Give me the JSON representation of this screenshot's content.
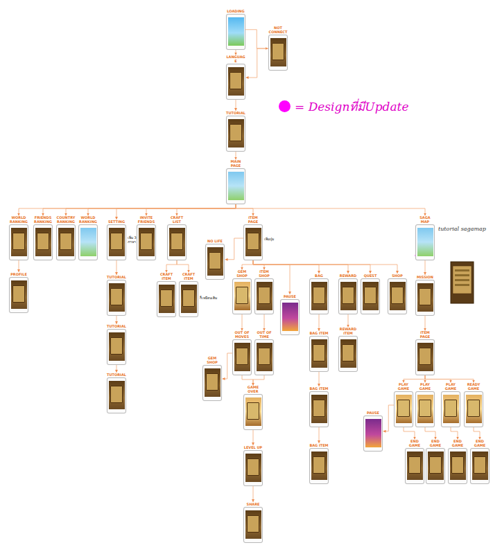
{
  "diagram": {
    "nodes": [
      {
        "text": [
          "LOADING"
        ]
      },
      {
        "text": [
          "NOT CONNECT"
        ]
      },
      {
        "text": [
          "LANGUAGE"
        ]
      },
      {
        "text": [
          "TUTORIAL"
        ]
      },
      {
        "text": [
          "MAIN PAGE"
        ]
      },
      {
        "text": [
          "WORLD RANKING"
        ]
      },
      {
        "text": [
          "FRIENDS RANKING"
        ]
      },
      {
        "text": [
          "COUNTRY RANKING"
        ]
      },
      {
        "text": [
          "WORLD RANKING"
        ]
      },
      {
        "text": [
          "SETTING"
        ]
      },
      {
        "text": [
          "INVITE FRIENDS"
        ]
      },
      {
        "text": [
          "CRAFT LIST"
        ]
      },
      {
        "text": [
          "ITEM PAGE"
        ]
      },
      {
        "text": [
          "SAGA MAP"
        ]
      },
      {
        "text": [
          "NO LIFE"
        ]
      },
      {
        "text": [
          "PROFILE"
        ]
      },
      {
        "text": [
          "TUTORIAL"
        ]
      },
      {
        "text": [
          "TUTORIAL"
        ]
      },
      {
        "text": [
          "TUTORIAL"
        ]
      },
      {
        "text": [
          "CRAFT ITEM"
        ]
      },
      {
        "text": [
          "CRAFT ITEM"
        ]
      },
      {
        "text": [
          "GEM SHOP"
        ]
      },
      {
        "text": [
          "ITEM SHOP"
        ]
      },
      {
        "text": [
          "PAUSE"
        ]
      },
      {
        "text": [
          "BAG"
        ]
      },
      {
        "text": [
          "REWARD"
        ]
      },
      {
        "text": [
          "QUEST"
        ]
      },
      {
        "text": [
          "SHOP"
        ]
      },
      {
        "text": [
          "OUT OF MOVES"
        ]
      },
      {
        "text": [
          "OUT OF TIME"
        ]
      },
      {
        "text": [
          "GEM SHOP"
        ]
      },
      {
        "text": [
          "GAME OVER"
        ]
      },
      {
        "text": [
          "LEVEL UP"
        ]
      },
      {
        "text": [
          "SHARE"
        ]
      },
      {
        "text": [
          "BAG ITEM"
        ]
      },
      {
        "text": [
          "BAG ITEM"
        ]
      },
      {
        "text": [
          "BAG ITEM"
        ]
      },
      {
        "text": [
          "REWARD ITEM"
        ]
      },
      {
        "text": [
          "MISSION"
        ]
      },
      {
        "text": [
          "ITEM PAGE"
        ]
      },
      {
        "text": [
          "PLAY GAME"
        ]
      },
      {
        "text": [
          "PLAY GAME"
        ]
      },
      {
        "text": [
          "PLAY GAME"
        ]
      },
      {
        "text": [
          "READY GAME"
        ]
      },
      {
        "text": [
          "PAUSE"
        ]
      },
      {
        "text": [
          "END GAME"
        ]
      },
      {
        "text": [
          "END GAME"
        ]
      },
      {
        "text": [
          "END GAME"
        ]
      },
      {
        "text": [
          "END GAME"
        ]
      }
    ],
    "edges": [
      {
        "from": 0,
        "to": 1,
        "arrow": "to"
      },
      {
        "from": 1,
        "to": 2,
        "arrow": "to"
      },
      {
        "from": 0,
        "to": 2,
        "arrow": "to"
      },
      {
        "from": 2,
        "to": 3,
        "arrow": "to"
      },
      {
        "from": 3,
        "to": 4,
        "arrow": "to"
      },
      {
        "from": 4,
        "to": 5,
        "arrow": "to"
      },
      {
        "from": 4,
        "to": 6,
        "arrow": "to"
      },
      {
        "from": 4,
        "to": 7,
        "arrow": "to"
      },
      {
        "from": 4,
        "to": 8,
        "arrow": "to"
      },
      {
        "from": 4,
        "to": 9,
        "arrow": "to"
      },
      {
        "from": 4,
        "to": 10,
        "arrow": "to"
      },
      {
        "from": 4,
        "to": 11,
        "arrow": "to"
      },
      {
        "from": 4,
        "to": 12,
        "arrow": "to"
      },
      {
        "from": 4,
        "to": 13,
        "arrow": "to"
      },
      {
        "from": 5,
        "to": 15,
        "arrow": "to"
      },
      {
        "from": 9,
        "to": 16,
        "arrow": "to"
      },
      {
        "from": 16,
        "to": 17,
        "arrow": "to"
      },
      {
        "from": 17,
        "to": 18,
        "arrow": "to"
      },
      {
        "from": 11,
        "to": 19,
        "arrow": "to"
      },
      {
        "from": 11,
        "to": 20,
        "arrow": "to"
      },
      {
        "from": 12,
        "to": 14,
        "arrow": "to"
      },
      {
        "from": 12,
        "to": 21,
        "arrow": "to"
      },
      {
        "from": 12,
        "to": 22,
        "arrow": "to"
      },
      {
        "from": 12,
        "to": 23,
        "arrow": "to"
      },
      {
        "from": 12,
        "to": 24,
        "arrow": "to"
      },
      {
        "from": 12,
        "to": 25,
        "arrow": "to"
      },
      {
        "from": 12,
        "to": 26,
        "arrow": "to"
      },
      {
        "from": 12,
        "to": 27,
        "arrow": "to"
      },
      {
        "from": 21,
        "to": 28,
        "arrow": "to"
      },
      {
        "from": 22,
        "to": 29,
        "arrow": "to"
      },
      {
        "from": 28,
        "to": 30,
        "arrow": "to"
      },
      {
        "from": 28,
        "to": 31,
        "arrow": "to"
      },
      {
        "from": 29,
        "to": 31,
        "arrow": "to"
      },
      {
        "from": 31,
        "to": 32,
        "arrow": "to"
      },
      {
        "from": 32,
        "to": 33,
        "arrow": "to"
      },
      {
        "from": 24,
        "to": 34,
        "arrow": "to"
      },
      {
        "from": 34,
        "to": 35,
        "arrow": "to"
      },
      {
        "from": 35,
        "to": 36,
        "arrow": "to"
      },
      {
        "from": 25,
        "to": 37,
        "arrow": "to"
      },
      {
        "from": 13,
        "to": 38,
        "arrow": "to"
      },
      {
        "from": 38,
        "to": 39,
        "arrow": "to"
      },
      {
        "from": 39,
        "to": 40,
        "arrow": "to"
      },
      {
        "from": 39,
        "to": 41,
        "arrow": "to"
      },
      {
        "from": 39,
        "to": 42,
        "arrow": "to"
      },
      {
        "from": 39,
        "to": 43,
        "arrow": "to"
      },
      {
        "from": 40,
        "to": 44,
        "arrow": "to"
      },
      {
        "from": 40,
        "to": 45,
        "arrow": "to"
      },
      {
        "from": 41,
        "to": 46,
        "arrow": "to"
      },
      {
        "from": 42,
        "to": 47,
        "arrow": "to"
      },
      {
        "from": 43,
        "to": 48,
        "arrow": "to"
      }
    ],
    "labels": [
      "เพิ่ม 3 ภาษา",
      "เพิ่มปุ่ม",
      "ก็เหมือนเดิม",
      "tutorial sagamap"
    ],
    "legend": [
      {
        "text": "= Designที่มีUpdate",
        "color": "#ff00ff"
      }
    ]
  }
}
